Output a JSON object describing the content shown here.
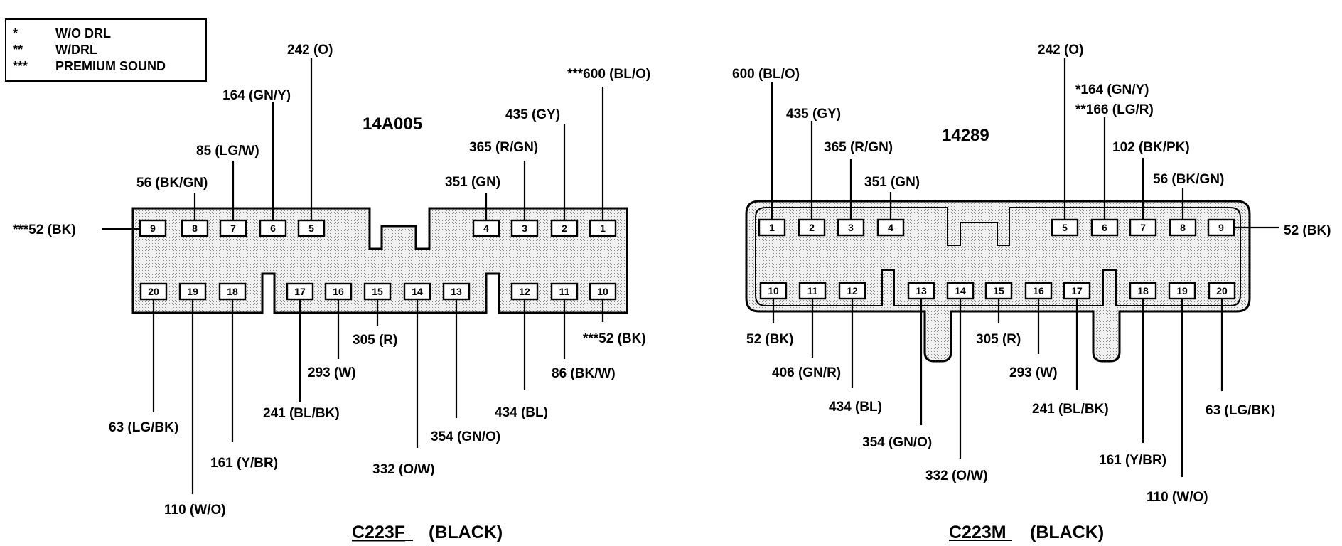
{
  "legend": [
    {
      "symbol": "*",
      "text": "W/O DRL"
    },
    {
      "symbol": "**",
      "text": "W/DRL"
    },
    {
      "symbol": "***",
      "text": "PREMIUM SOUND"
    }
  ],
  "connectors": [
    {
      "id": "C223F",
      "part_number": "14A005",
      "caption_id": "C223F",
      "caption_color": "(BLACK)",
      "pins": [
        {
          "pin": "1",
          "circuit": "***600  (BL/O)"
        },
        {
          "pin": "2",
          "circuit": "435 (GY)"
        },
        {
          "pin": "3",
          "circuit": "365 (R/GN)"
        },
        {
          "pin": "4",
          "circuit": "351 (GN)"
        },
        {
          "pin": "5",
          "circuit": "242 (O)"
        },
        {
          "pin": "6",
          "circuit": "164 (GN/Y)"
        },
        {
          "pin": "7",
          "circuit": "85 (LG/W)"
        },
        {
          "pin": "8",
          "circuit": "56 (BK/GN)"
        },
        {
          "pin": "9",
          "circuit": "***52  (BK)"
        },
        {
          "pin": "10",
          "circuit": "***52 (BK)"
        },
        {
          "pin": "11",
          "circuit": "86 (BK/W)"
        },
        {
          "pin": "12",
          "circuit": "434 (BL)"
        },
        {
          "pin": "13",
          "circuit": "354 (GN/O)"
        },
        {
          "pin": "14",
          "circuit": "332 (O/W)"
        },
        {
          "pin": "15",
          "circuit": "305 (R)"
        },
        {
          "pin": "16",
          "circuit": "293 (W)"
        },
        {
          "pin": "17",
          "circuit": "241  (BL/BK)"
        },
        {
          "pin": "18",
          "circuit": "161 (Y/BR)"
        },
        {
          "pin": "19",
          "circuit": "110 (W/O)"
        },
        {
          "pin": "20",
          "circuit": "63 (LG/BK)"
        }
      ]
    },
    {
      "id": "C223M",
      "part_number": "14289",
      "caption_id": "C223M",
      "caption_color": "(BLACK)",
      "pins": [
        {
          "pin": "1",
          "circuit": "600 (BL/O)"
        },
        {
          "pin": "2",
          "circuit": "435 (GY)"
        },
        {
          "pin": "3",
          "circuit": "365 (R/GN)"
        },
        {
          "pin": "4",
          "circuit": "351 (GN)"
        },
        {
          "pin": "5",
          "circuit": "242 (O)"
        },
        {
          "pin": "6",
          "circuit": "*164 (GN/Y)",
          "circuit_alt": "**166 (LG/R)"
        },
        {
          "pin": "7",
          "circuit": "102 (BK/PK)"
        },
        {
          "pin": "8",
          "circuit": "56 (BK/GN)"
        },
        {
          "pin": "9",
          "circuit": "52 (BK)"
        },
        {
          "pin": "10",
          "circuit": "52 (BK)"
        },
        {
          "pin": "11",
          "circuit": "406 (GN/R)"
        },
        {
          "pin": "12",
          "circuit": "434 (BL)"
        },
        {
          "pin": "13",
          "circuit": "354 (GN/O)"
        },
        {
          "pin": "14",
          "circuit": "332 (O/W)"
        },
        {
          "pin": "15",
          "circuit": "305 (R)"
        },
        {
          "pin": "16",
          "circuit": "293 (W)"
        },
        {
          "pin": "17",
          "circuit": "241  (BL/BK)"
        },
        {
          "pin": "18",
          "circuit": "161 (Y/BR)"
        },
        {
          "pin": "19",
          "circuit": "110 (W/O)"
        },
        {
          "pin": "20",
          "circuit": "63 (LG/BK)"
        }
      ]
    }
  ]
}
